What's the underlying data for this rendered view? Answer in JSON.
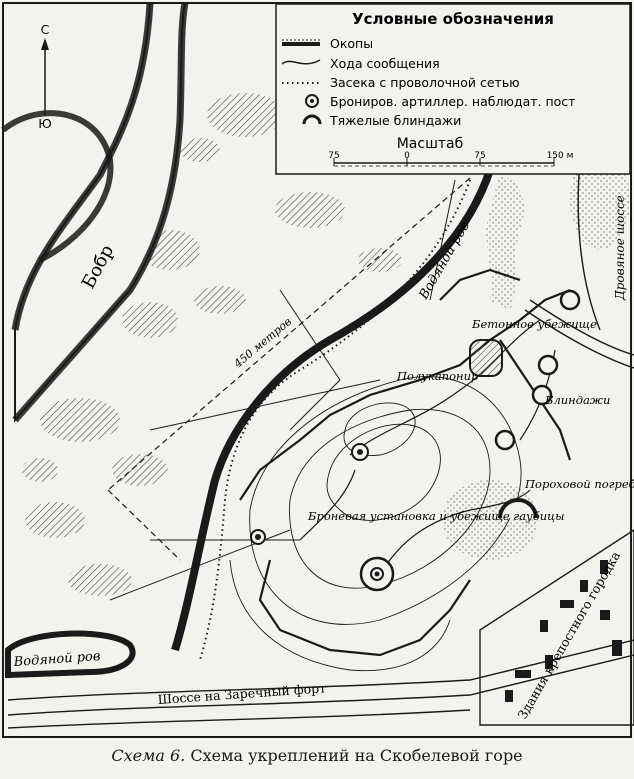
{
  "legend": {
    "title": "Условные обозначения",
    "items": [
      "Окопы",
      "Хода сообщения",
      "Засека с проволочной сетью",
      "Брониров. артиллер. наблюдат. пост",
      "Тяжелые блиндажи"
    ],
    "scale_title": "Масштаб",
    "scale_ticks": [
      "75",
      "0",
      "75",
      "150 м"
    ]
  },
  "compass": {
    "north": "С",
    "south": "Ю"
  },
  "labels": {
    "river": "Бобр",
    "moat_top": "Водяной ров",
    "moat_bottom": "Водяной ров",
    "distance": "450 метров",
    "concrete_shelter": "Бетонное убежище",
    "caponier": "Полукапонир",
    "dugouts": "Блиндажи",
    "powder_magazine": "Пороховой погреб",
    "armored_install": "Броневая установка и убежище гаубицы",
    "log_road": "Дровяное шоссе",
    "highway": "Шоссе на Заречный форт",
    "buildings": "Здания крепостного городка"
  },
  "caption": {
    "number": "Схема 6.",
    "text": "Схема укреплений на Скобелевой горе"
  },
  "colors": {
    "ink": "#1a1a1a",
    "paper": "#f4f2ec"
  }
}
